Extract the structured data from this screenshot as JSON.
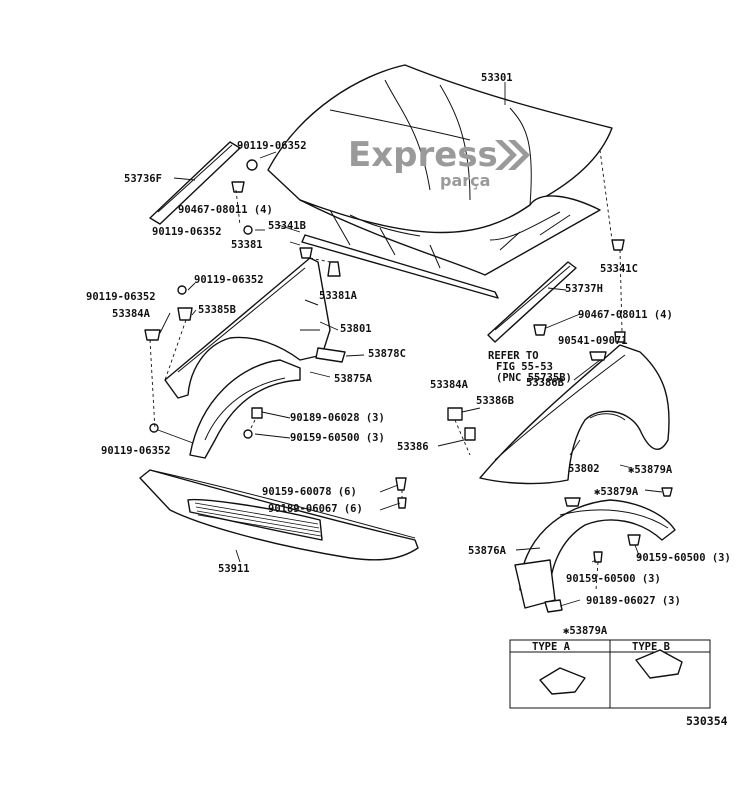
{
  "watermark": {
    "word": "Express",
    "sub": "parça"
  },
  "labels": {
    "hood": "53301",
    "hood_seal_left": "53736F",
    "clip_90119_a": "90119-06352",
    "clip_90467_left": "90467-08011 (4)",
    "clip_90119_b": "90119-06352",
    "hood_53341b": "53341B",
    "hood_53381": "53381",
    "hood_53381a": "53381A",
    "hood_53341c": "53341C",
    "hood_seal_right": "53737H",
    "clip_90119_c": "90119-06352",
    "clip_90119_d": "90119-06352",
    "part_53384a_left": "53384A",
    "part_53385b": "53385B",
    "apron": "53801",
    "part_53878c": "53878C",
    "part_53875a": "53875A",
    "clip_90467_right": "90467-08011 (4)",
    "clip_90541": "90541-09071",
    "refer_to_line1": "REFER TO",
    "refer_to_line2": "FIG 55-53",
    "refer_to_line3": "(PNC 55735B)",
    "part_53386b_a": "53386B",
    "part_53384a_right": "53384A",
    "part_53386b_b": "53386B",
    "screw_90189_06028": "90189-06028 (3)",
    "screw_90159_60500_a": "90159-60500 (3)",
    "clip_90119_e": "90119-06352",
    "part_53386": "53386",
    "fender": "53802",
    "part_53879a_a": "✱53879A",
    "screw_90159_60078": "90159-60078 (6)",
    "screw_90189_06067": "90189-06067 (6)",
    "part_53879a_b": "✱53879A",
    "liner": "53876A",
    "screw_90159_60500_b": "90159-60500 (3)",
    "screw_90159_60500_c": "90159-60500 (3)",
    "screw_90189_06027": "90189-06027 (3)",
    "spoiler": "53911",
    "type_box_title": "✱53879A",
    "type_a": "TYPE A",
    "type_b": "TYPE B",
    "figure_number": "530354"
  },
  "colors": {
    "line": "#111111",
    "watermark": "#9a9a9a",
    "background": "#ffffff"
  }
}
